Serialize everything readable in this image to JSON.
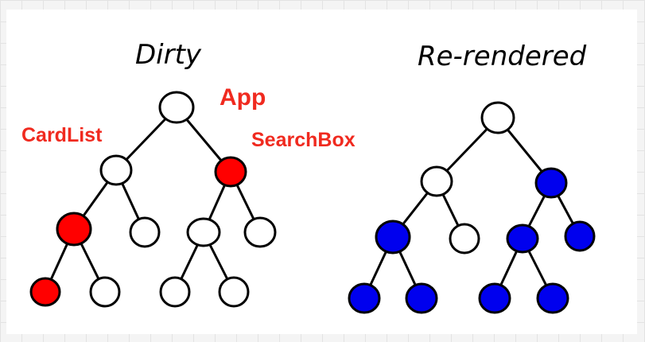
{
  "titles": {
    "left": "Dirty",
    "right": "Re-rendered"
  },
  "labels": {
    "app": "App",
    "cardlist": "CardList",
    "searchbox": "SearchBox"
  },
  "colors": {
    "dirty": "#ff0000",
    "rerendered": "#0000ee",
    "clean": "#ffffff",
    "label": "#f02a1f"
  },
  "trees": [
    {
      "name": "dirty",
      "nodes": [
        "clean",
        "clean",
        "dirty",
        "dirty",
        "clean",
        "clean",
        "clean",
        "dirty",
        "clean",
        "clean",
        "clean"
      ]
    },
    {
      "name": "rerendered",
      "nodes": [
        "clean",
        "clean",
        "rerendered",
        "rerendered",
        "clean",
        "rerendered",
        "rerendered",
        "rerendered",
        "rerendered",
        "rerendered",
        "rerendered"
      ]
    }
  ]
}
